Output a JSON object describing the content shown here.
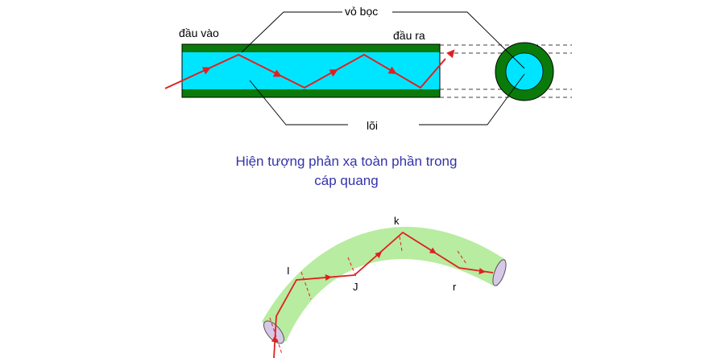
{
  "labels": {
    "input_end": "đầu vào",
    "cladding": "vỏ bọc",
    "output_end": "đầu ra",
    "core": "lõi"
  },
  "caption": {
    "line1": "Hiện tượng phản xạ toàn phần trong",
    "line2": "cáp quang"
  },
  "points": {
    "I": "I",
    "J": "J",
    "k": "k",
    "r": "r"
  },
  "colors": {
    "cladding": "#0a7a0a",
    "core": "#00e5ff",
    "ray": "#e02020",
    "caption": "#3333aa",
    "bent_fiber": "#b8eca0",
    "fiber_end": "#d8c8e8"
  }
}
